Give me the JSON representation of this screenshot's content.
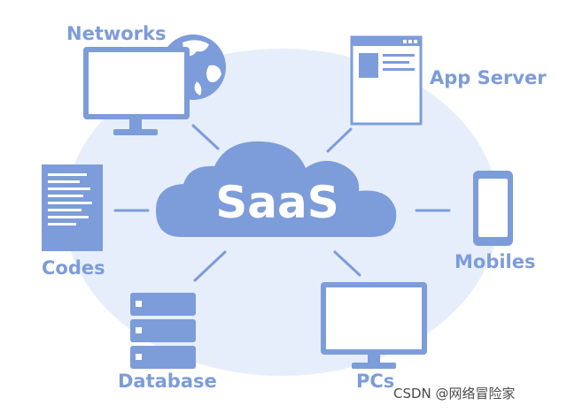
{
  "center": {
    "label": "SaaS"
  },
  "nodes": {
    "networks": "Networks",
    "app_server": "App Server",
    "codes": "Codes",
    "mobiles": "Mobiles",
    "database": "Database",
    "pcs": "PCs"
  },
  "watermark": "CSDN @网络冒险家",
  "colors": {
    "primary": "#7c9cda",
    "background_ellipse": "#e6eefb",
    "white": "#ffffff"
  }
}
